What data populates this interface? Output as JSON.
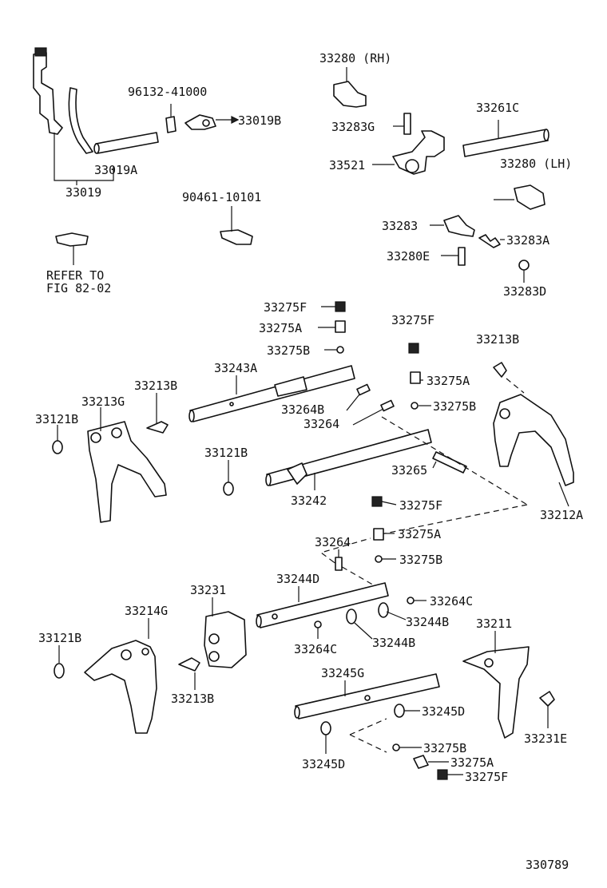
{
  "labels": {
    "p33280rh": "33280 (RH)",
    "p96132": "96132-41000",
    "p33019b": "33019B",
    "p33283g": "33283G",
    "p33261c": "33261C",
    "p33019a": "33019A",
    "p33521": "33521",
    "p33280lh": "33280 (LH)",
    "p33019": "33019",
    "p90461": "90461-10101",
    "p33283": "33283",
    "p33283a": "33283A",
    "p33280e": "33280E",
    "refer1": "REFER TO",
    "refer2": "FIG 82-02",
    "p33283d": "33283D",
    "p33275f_1": "33275F",
    "p33275a_1": "33275A",
    "p33275f_2": "33275F",
    "p33275b_1": "33275B",
    "p33213b_1": "33213B",
    "p33243a": "33243A",
    "p33275a_2": "33275A",
    "p33213b_2": "33213B",
    "p33213g": "33213G",
    "p33264b": "33264B",
    "p33275b_2": "33275B",
    "p33121b_1": "33121B",
    "p33264_1": "33264",
    "p33121b_2": "33121B",
    "p33265": "33265",
    "p33242": "33242",
    "p33275f_3": "33275F",
    "p33212a": "33212A",
    "p33264_2": "33264",
    "p33275a_3": "33275A",
    "p33275b_3": "33275B",
    "p33231": "33231",
    "p33244d": "33244D",
    "p33264c_1": "33264C",
    "p33214g": "33214G",
    "p33244b_1": "33244B",
    "p33211": "33211",
    "p33121b_3": "33121B",
    "p33264c_2": "33264C",
    "p33244b_2": "33244B",
    "p33245g": "33245G",
    "p33213b_3": "33213B",
    "p33245d_1": "33245D",
    "p33231e": "33231E",
    "p33275b_4": "33275B",
    "p33275a_4": "33275A",
    "p33245d_2": "33245D",
    "p33275f_4": "33275F",
    "figno": "330789"
  }
}
